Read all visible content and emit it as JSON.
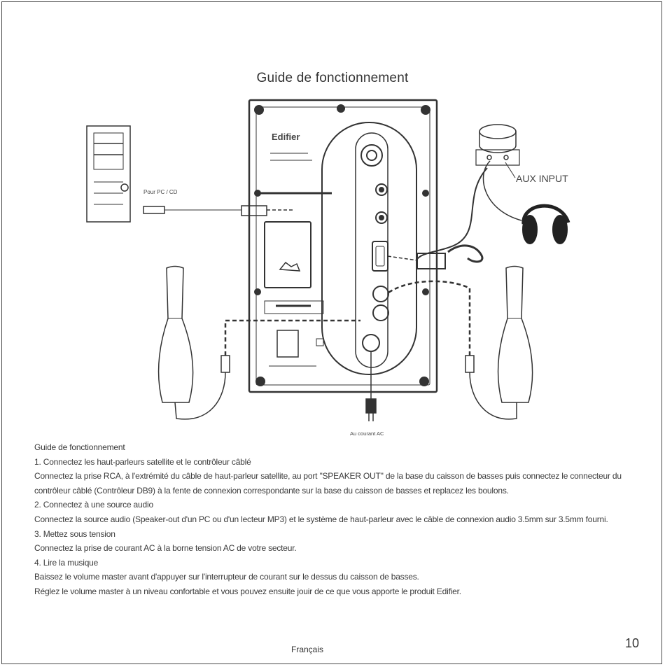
{
  "page": {
    "diagram_title": "Guide de fonctionnement",
    "labels": {
      "brand": "Edifier",
      "pc_cd": "Pour PC / CD",
      "aux_input": "AUX INPUT",
      "ac_outlet": "Au courant AC"
    },
    "instructions": [
      "Guide de fonctionnement",
      "1. Connectez les haut-parleurs satellite et le contrôleur câblé",
      "Connectez la prise RCA, à l'extrémité du câble de haut-parleur satellite, au port \"SPEAKER OUT\" de la base du caisson de basses puis connectez le connecteur du contrôleur câblé (Contrôleur DB9) à la fente de connexion correspondante sur la base du caisson de basses et replacez les boulons.",
      "2. Connectez à une source audio",
      "Connectez la source audio (Speaker-out d'un PC ou d'un lecteur MP3) et le système de haut-parleur avec le câble de connexion audio 3.5mm sur 3.5mm fourni.",
      "3. Mettez sous tension",
      "Connectez la prise de courant AC à la borne tension AC de votre secteur.",
      "4. Lire la musique",
      "Baissez le volume master avant d'appuyer sur l'interrupteur de courant sur le dessus du caisson de basses.",
      "Réglez le volume master à un niveau confortable et vous pouvez ensuite jouir de ce que vous apporte le produit Edifier."
    ],
    "footer_language": "Français",
    "page_number": "10"
  }
}
